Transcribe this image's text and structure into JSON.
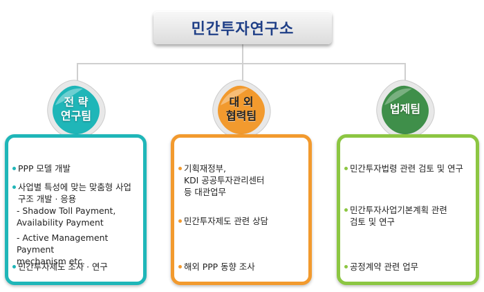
{
  "root": {
    "title": "민간투자연구소"
  },
  "colors": {
    "blue": "#1fb6b8",
    "orange": "#f29a2e",
    "green": "#8cc642",
    "title": "#1f3f87"
  },
  "teams": [
    {
      "label": "전  략\n연구팀",
      "color": "#1fb6b8",
      "items": [
        "PPP 모델 개발",
        "사업별 특성에 맞는 맞춤형 사업\n구조 개발 · 응용",
        "민간투자제도 조사 · 연구"
      ],
      "subitems": [
        "- Shadow Toll Payment,\n  Availability Payment",
        "- Active Management Payment\n  mechanism etc."
      ]
    },
    {
      "label": "대  외\n협력팀",
      "color": "#f29a2e",
      "items": [
        "기획재정부,\nKDI 공공투자관리센터\n등 대관업무",
        "민간투자제도 관련 상담",
        "해외 PPP 동향 조사"
      ]
    },
    {
      "label": "법제팀",
      "color": "#8cc642",
      "items": [
        "민간투자법령 관련 검토 및 연구",
        "민간투자사업기본계획 관련\n검토 및 연구",
        "공정계약 관련 업무"
      ]
    }
  ]
}
